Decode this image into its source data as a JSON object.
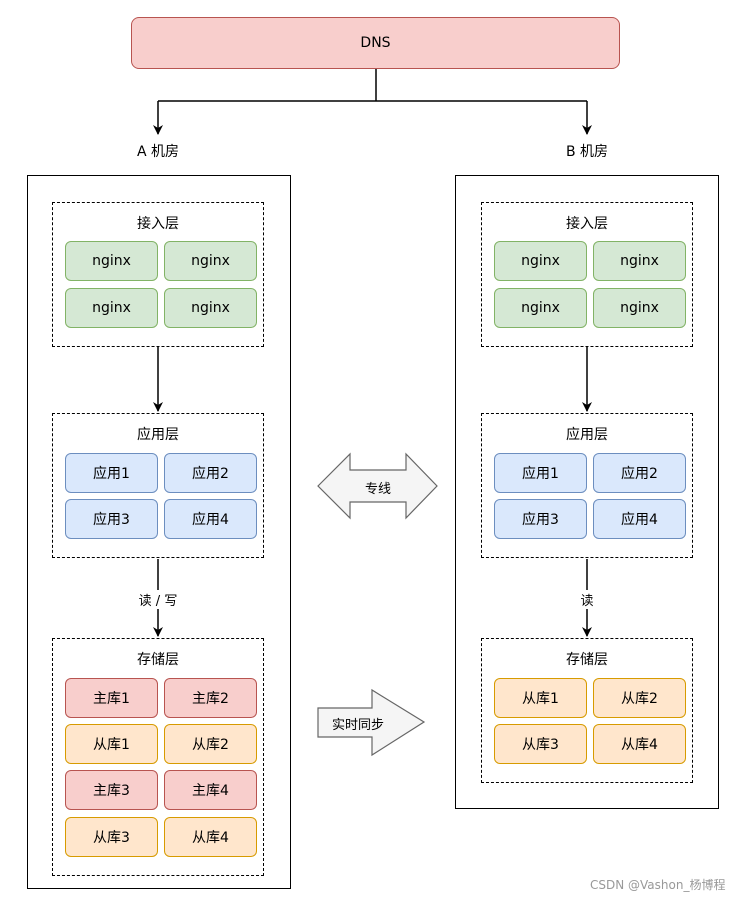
{
  "dns": {
    "label": "DNS"
  },
  "rooms": {
    "a": {
      "label": "A 机房",
      "access": {
        "title": "接入层",
        "nodes": [
          "nginx",
          "nginx",
          "nginx",
          "nginx"
        ]
      },
      "app": {
        "title": "应用层",
        "nodes": [
          "应用1",
          "应用2",
          "应用3",
          "应用4"
        ]
      },
      "edge_label": "读 / 写",
      "storage": {
        "title": "存储层",
        "nodes": [
          "主库1",
          "主库2",
          "从库1",
          "从库2",
          "主库3",
          "主库4",
          "从库3",
          "从库4"
        ]
      }
    },
    "b": {
      "label": "B 机房",
      "access": {
        "title": "接入层",
        "nodes": [
          "nginx",
          "nginx",
          "nginx",
          "nginx"
        ]
      },
      "app": {
        "title": "应用层",
        "nodes": [
          "应用1",
          "应用2",
          "应用3",
          "应用4"
        ]
      },
      "edge_label": "读",
      "storage": {
        "title": "存储层",
        "nodes": [
          "从库1",
          "从库2",
          "从库3",
          "从库4"
        ]
      }
    }
  },
  "links": {
    "dedicated_line": "专线",
    "realtime_sync": "实时同步"
  },
  "watermark": "CSDN @Vashon_杨博程",
  "colors": {
    "dns_fill": "#f8cecc",
    "access_fill": "#d5e8d4",
    "app_fill": "#dae8fc",
    "master_fill": "#f8cecc",
    "slave_fill": "#ffe6cc"
  }
}
